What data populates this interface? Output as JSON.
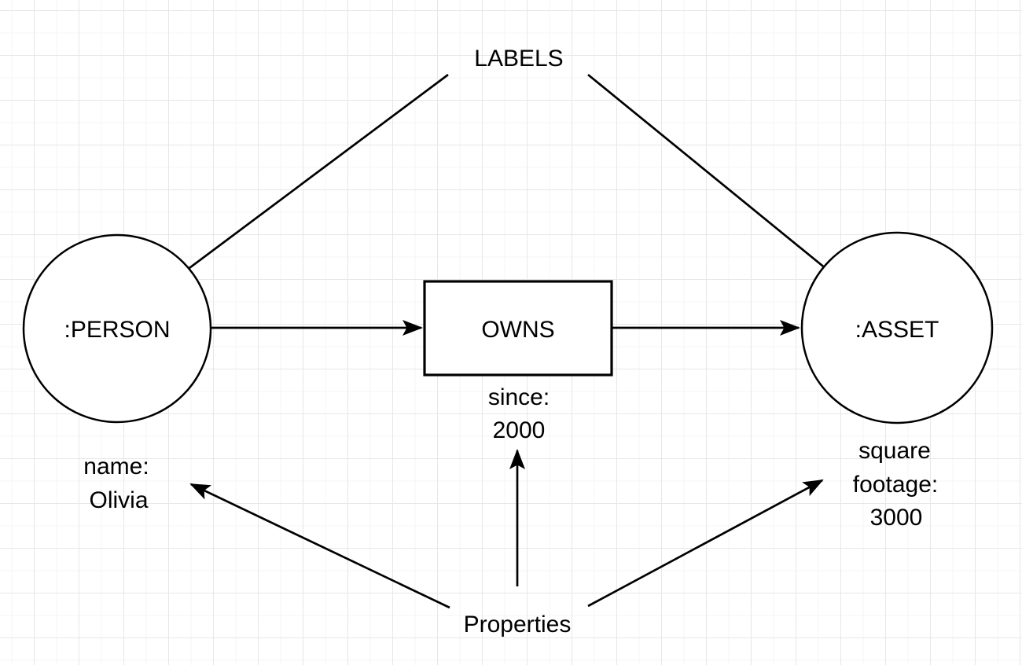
{
  "diagram": {
    "annotations": {
      "labels_title": "LABELS",
      "properties_title": "Properties"
    },
    "nodes": {
      "person": {
        "label": ":PERSON"
      },
      "asset": {
        "label": ":ASSET"
      }
    },
    "relationship": {
      "label": "OWNS"
    },
    "properties": {
      "person": {
        "line1": "name:",
        "line2": "Olivia"
      },
      "relationship": {
        "line1": "since:",
        "line2": "2000"
      },
      "asset": {
        "line1": "square",
        "line2": "footage:",
        "line3": "3000"
      }
    },
    "colors": {
      "stroke": "#000000",
      "shape_fill": "#ffffff",
      "canvas_background": "#ffffff",
      "grid_line_minor": "#f4f4f4",
      "grid_line_major": "#e7e7e7"
    }
  }
}
